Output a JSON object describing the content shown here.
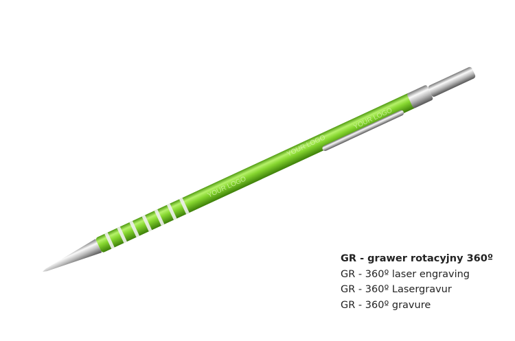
{
  "product": {
    "engraving_text": "YOUR LOGO",
    "colors": {
      "body": "#7fd12a",
      "chrome": "#c8c8c8"
    }
  },
  "caption": {
    "title": "GR - grawer rotacyjny 360º",
    "lines": [
      "GR - 360º laser engraving",
      "GR - 360º Lasergravur",
      "GR - 360º gravure"
    ]
  }
}
